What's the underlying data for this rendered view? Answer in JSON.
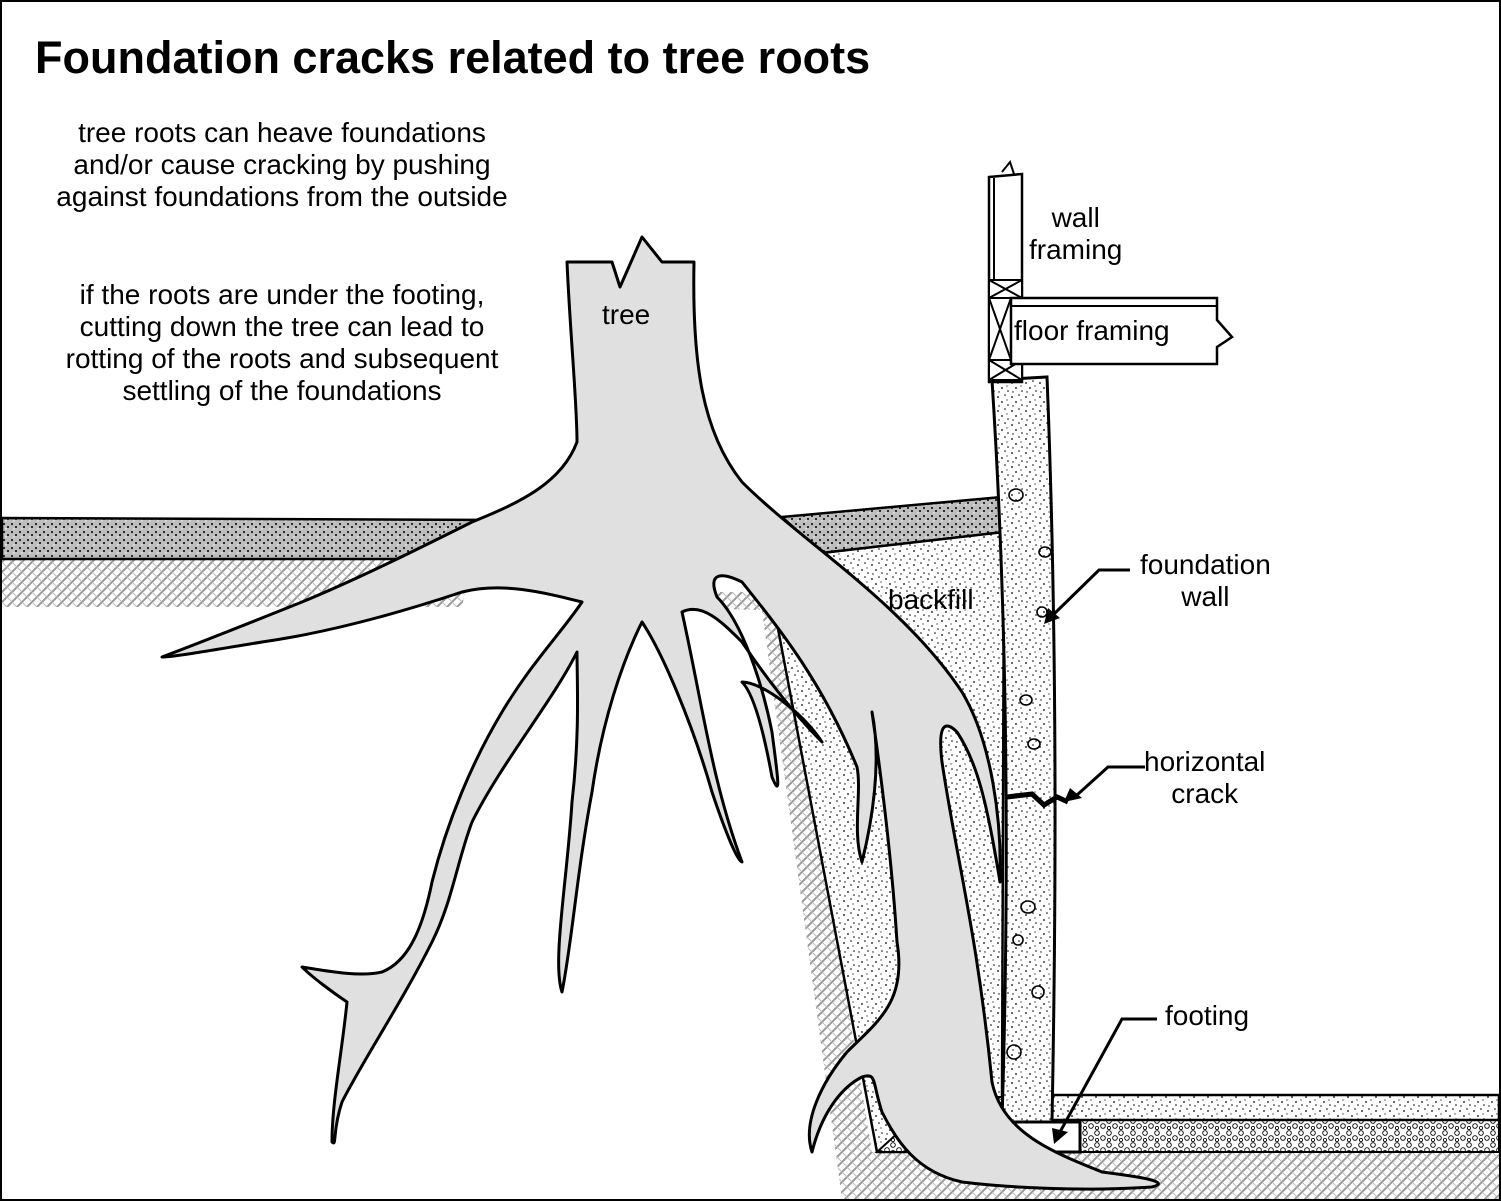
{
  "title": "Foundation cracks related to tree roots",
  "paragraphs": [
    "tree roots can heave foundations and/or cause cracking by pushing against foundations from the outside",
    "if the roots are under the footing, cutting down the tree can lead to rotting of the roots and subsequent settling of the foundations"
  ],
  "labels": {
    "tree": "tree",
    "wall_framing": [
      "wall",
      "framing"
    ],
    "floor_framing": "floor framing",
    "backfill": "backfill",
    "foundation_wall": [
      "foundation",
      "wall"
    ],
    "horizontal_crack": [
      "horizontal",
      "crack"
    ],
    "footing": "footing"
  },
  "colors": {
    "line": "#000000",
    "tree_fill": "#e0e0e0",
    "background": "#ffffff"
  }
}
